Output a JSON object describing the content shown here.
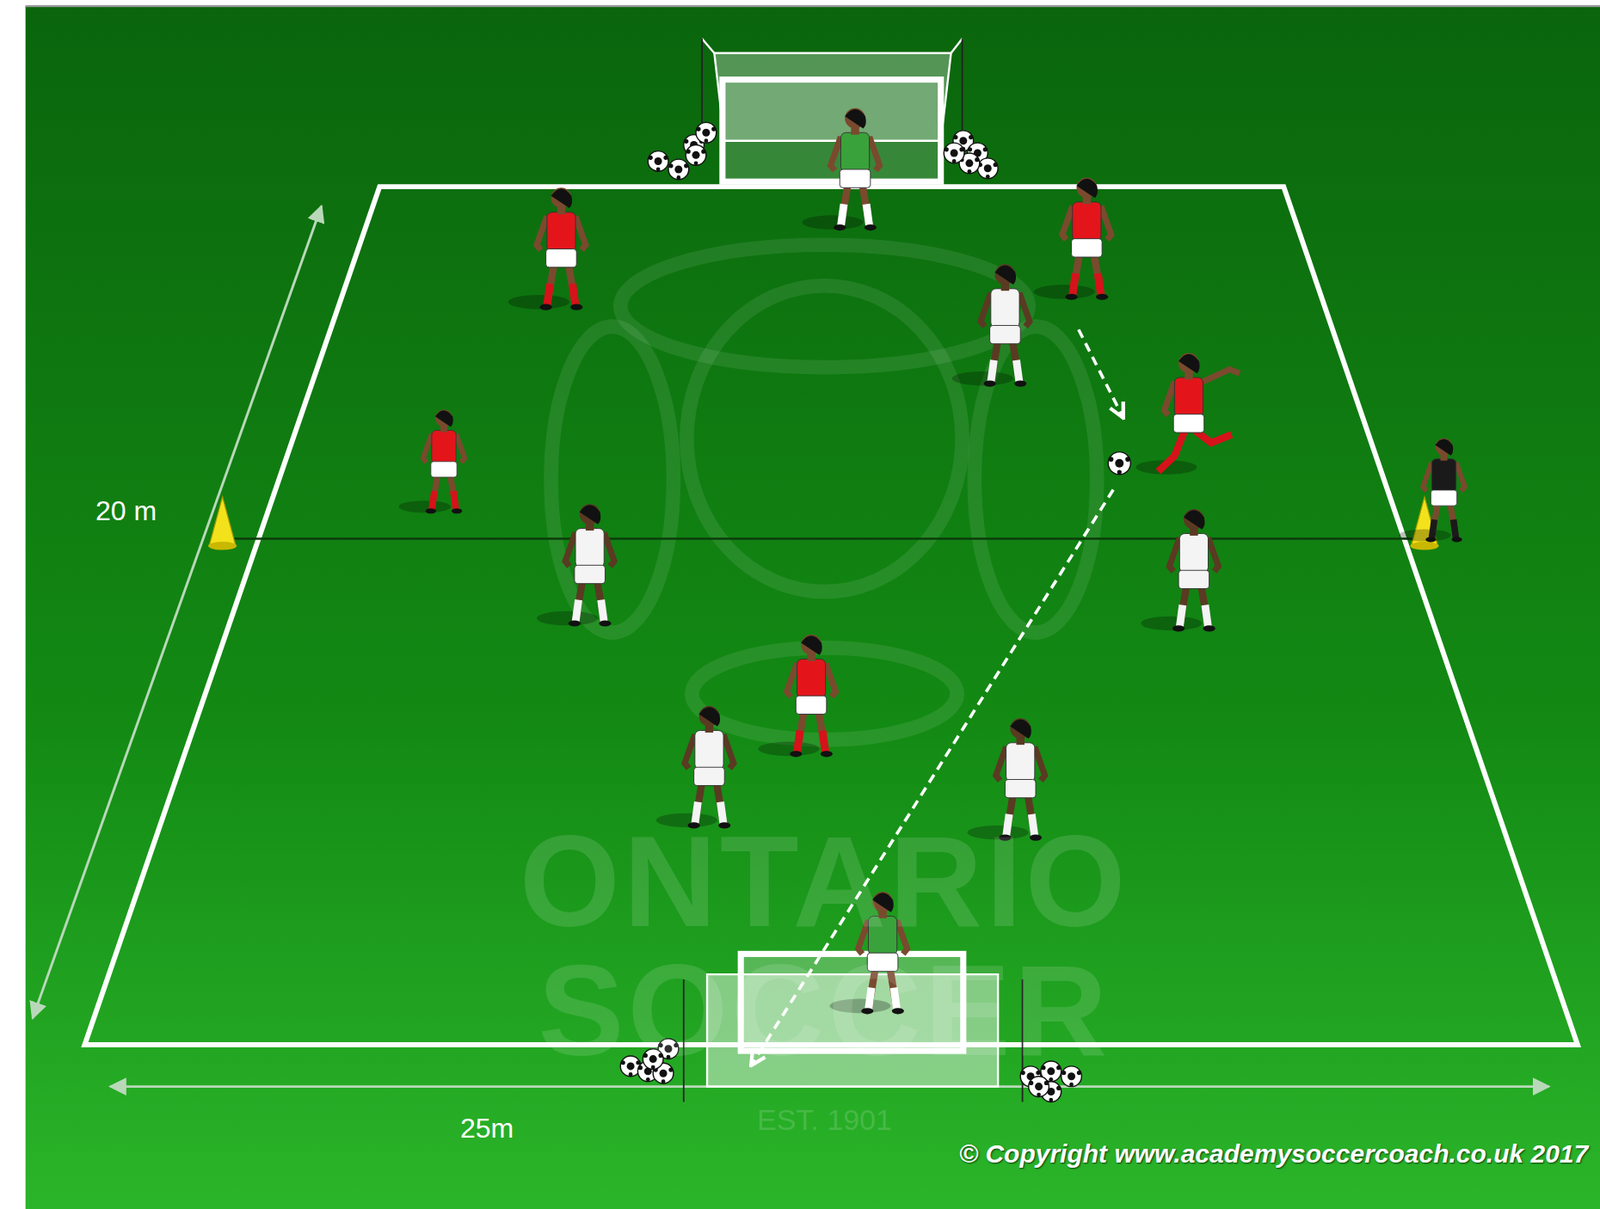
{
  "diagram": {
    "labels": [
      "20 m",
      "25m",
      "ONTARIO SOCCER",
      "EST. 1901",
      "© Copyright www.academysoccercoach.co.uk 2017"
    ]
  }
}
